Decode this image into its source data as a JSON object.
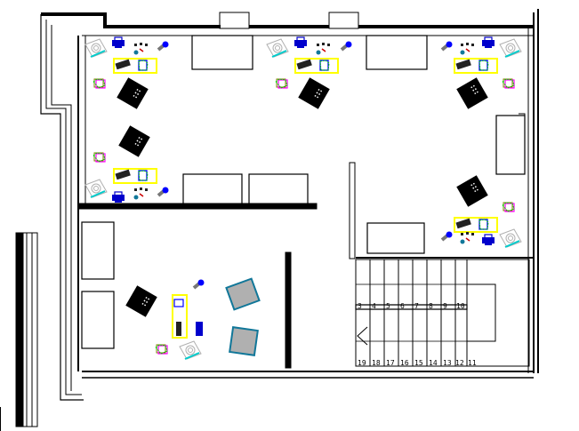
{
  "drawing": {
    "type": "office floor plan (CAD, top view)",
    "colors": {
      "wall": "#000000",
      "desk_outline": "#ffff00",
      "monitor": "#0000ff",
      "phone": "#0000cc",
      "plant_green": "#00cc00",
      "box_magenta": "#ff00ff",
      "box_olive": "#808000",
      "chair_gray": "#b0b0b0",
      "chair_cyan": "#00cccc",
      "teal": "#117799",
      "lamp_gray": "#777777"
    },
    "workstations": [
      {
        "id": "ws-top-left",
        "position": "top-left"
      },
      {
        "id": "ws-top-center",
        "position": "top-center"
      },
      {
        "id": "ws-top-right",
        "position": "top-right"
      },
      {
        "id": "ws-mid-left",
        "position": "middle-left"
      },
      {
        "id": "ws-mid-right",
        "position": "middle-right"
      },
      {
        "id": "ws-lower-left",
        "position": "lower-left room"
      }
    ],
    "stairs": {
      "upper_flight_labels": [
        "3",
        "4",
        "5",
        "6",
        "7",
        "8",
        "9",
        "10"
      ],
      "lower_flight_labels": [
        "19",
        "18",
        "17",
        "16",
        "15",
        "14",
        "13",
        "12",
        "11"
      ]
    }
  }
}
